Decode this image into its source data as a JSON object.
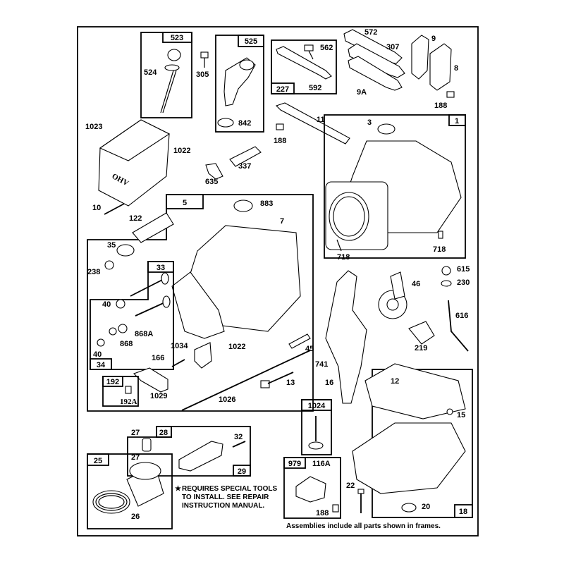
{
  "labels": {
    "p1": "1",
    "p3": "3",
    "p5": "5",
    "p7": "7",
    "p8": "8",
    "p9": "9",
    "p9a": "9A",
    "p10": "10",
    "p11": "11",
    "p12": "12",
    "p13": "13",
    "p15": "15",
    "p16": "16",
    "p18": "18",
    "p20": "20",
    "p22": "22",
    "p25": "25",
    "p26": "26",
    "p27a": "27",
    "p27b": "27",
    "p28": "28",
    "p29": "29",
    "p32": "32",
    "p33": "33",
    "p34": "34",
    "p35": "35",
    "p40a": "40",
    "p40b": "40",
    "p45": "45",
    "p46": "46",
    "p122": "122",
    "p166": "166",
    "p188a": "188",
    "p188b": "188",
    "p188c": "188",
    "p192": "192",
    "p192a": "192A",
    "p219": "219",
    "p227": "227",
    "p230": "230",
    "p238": "238",
    "p305": "305",
    "p307": "307",
    "p337": "337",
    "p523": "523",
    "p524": "524",
    "p525": "525",
    "p562": "562",
    "p572": "572",
    "p592": "592",
    "p615": "615",
    "p616": "616",
    "p635": "635",
    "p718a": "718",
    "p718b": "718",
    "p741": "741",
    "p842": "842",
    "p868": "868",
    "p868a": "868A",
    "p883": "883",
    "p979": "979",
    "p116a": "116A",
    "p1022a": "1022",
    "p1022b": "1022",
    "p1023": "1023",
    "p1024": "1024",
    "p1026": "1026",
    "p1029": "1029",
    "p1034": "1034"
  },
  "valve_cover_text": "OHV",
  "notes": {
    "star": "★",
    "special_tools_1": "REQUIRES SPECIAL TOOLS",
    "special_tools_2": "TO INSTALL. SEE REPAIR",
    "special_tools_3": "INSTRUCTION MANUAL.",
    "assemblies": "Assemblies include all parts shown in frames."
  }
}
